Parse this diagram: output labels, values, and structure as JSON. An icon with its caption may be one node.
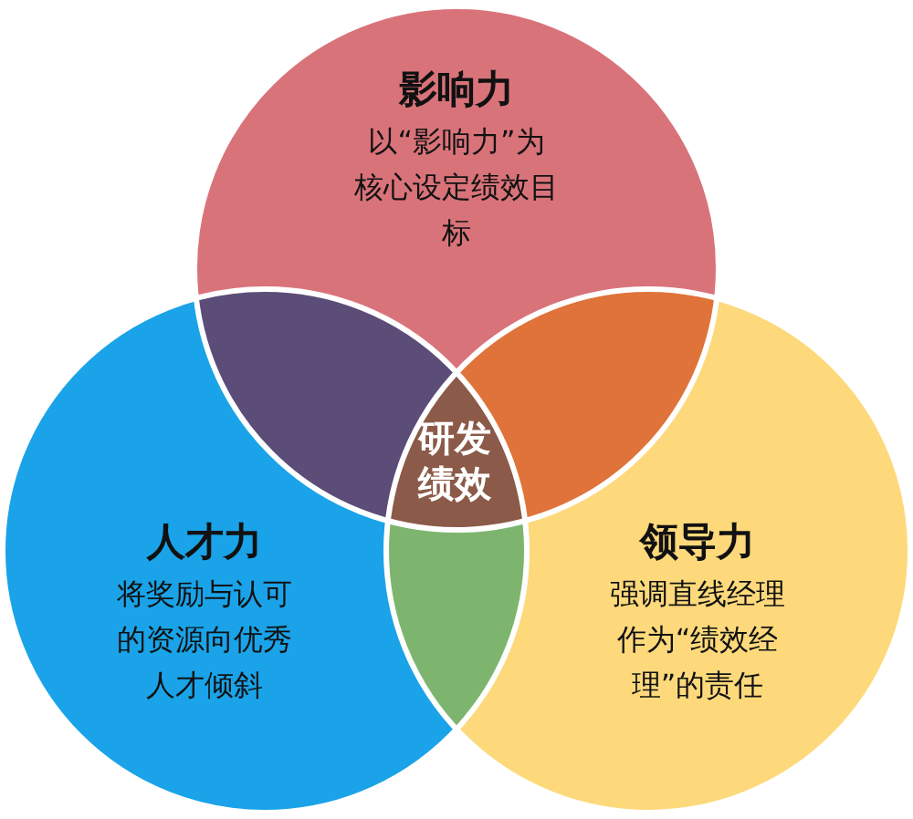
{
  "diagram": {
    "nodes": [
      {
        "text": [
          "影响力",
          "以“影响力”为核心设定绩效目标"
        ]
      },
      {
        "text": [
          "人才力",
          "将奖励与认可的资源向优秀人才倾斜"
        ]
      },
      {
        "text": [
          "领导力",
          "强调直线经理作为“绩效经理”的责任"
        ]
      },
      {
        "text": [
          "研发绩效"
        ]
      }
    ]
  }
}
